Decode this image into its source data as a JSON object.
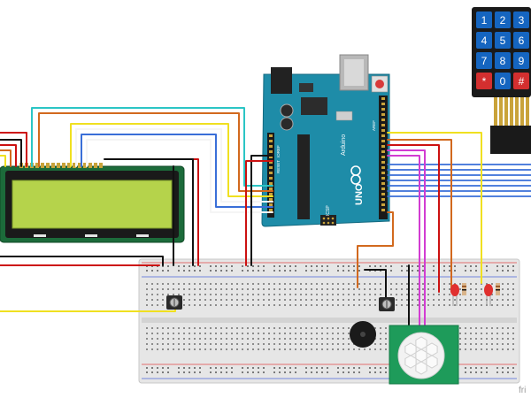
{
  "arduino": {
    "brand": "Arduino",
    "model": "UNO",
    "icsp_label": "ICSP",
    "aref_label": "AREF",
    "ioref_label": "IOREF",
    "reset_label": "RESET"
  },
  "keypad": {
    "keys": [
      "1",
      "2",
      "3",
      "4",
      "5",
      "6",
      "7",
      "8",
      "9",
      "*",
      "0",
      "#"
    ]
  },
  "watermark": "fri",
  "colors": {
    "lcd_screen": "#b5d34b",
    "lcd_pcb": "#1c6b3a",
    "arduino_board": "#1e8ca8",
    "keypad_body": "#1a1a1a",
    "keypad_key": "#1565c0",
    "keypad_key_special": "#d32f2f",
    "breadboard": "#e4e4e4",
    "wire_teal": "#2bc5c5",
    "wire_orange": "#d2691e",
    "wire_yellow": "#f0e020",
    "wire_blue": "#3a6fd8",
    "wire_magenta": "#d23cd2",
    "wire_red": "#cc1111",
    "wire_black": "#111111"
  }
}
